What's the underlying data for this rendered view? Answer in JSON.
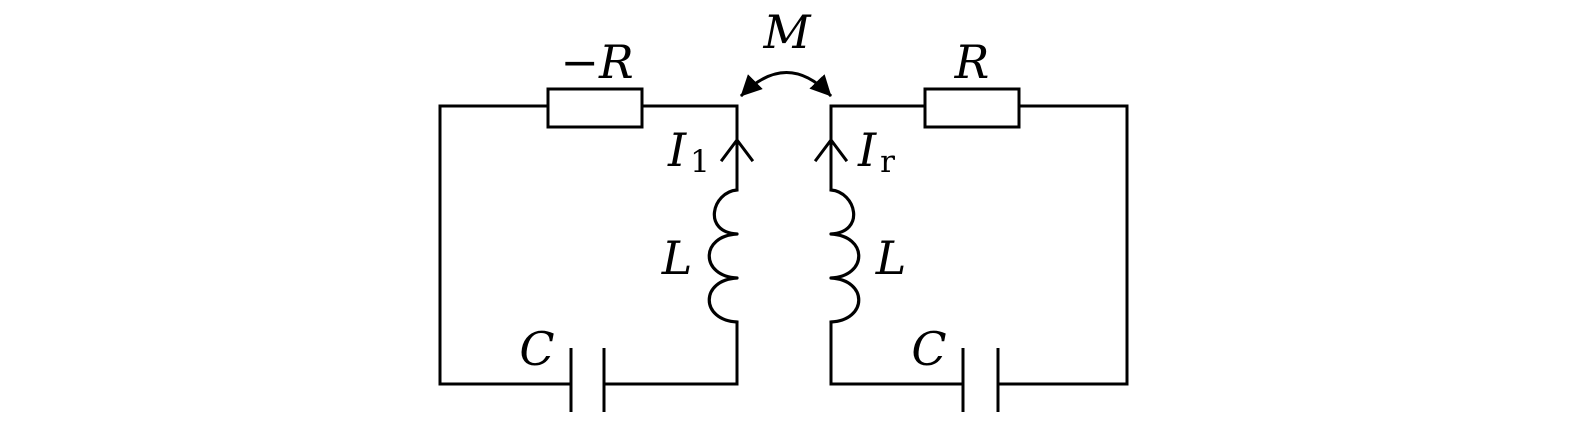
{
  "labels": {
    "mutual": "M",
    "neg_resistor": "−R",
    "pos_resistor": "R",
    "left_current_main": "I",
    "left_current_sub": "1",
    "right_current_main": "I",
    "right_current_sub": "r",
    "left_inductor": "L",
    "right_inductor": "L",
    "left_capacitor": "C",
    "right_capacitor": "C"
  }
}
